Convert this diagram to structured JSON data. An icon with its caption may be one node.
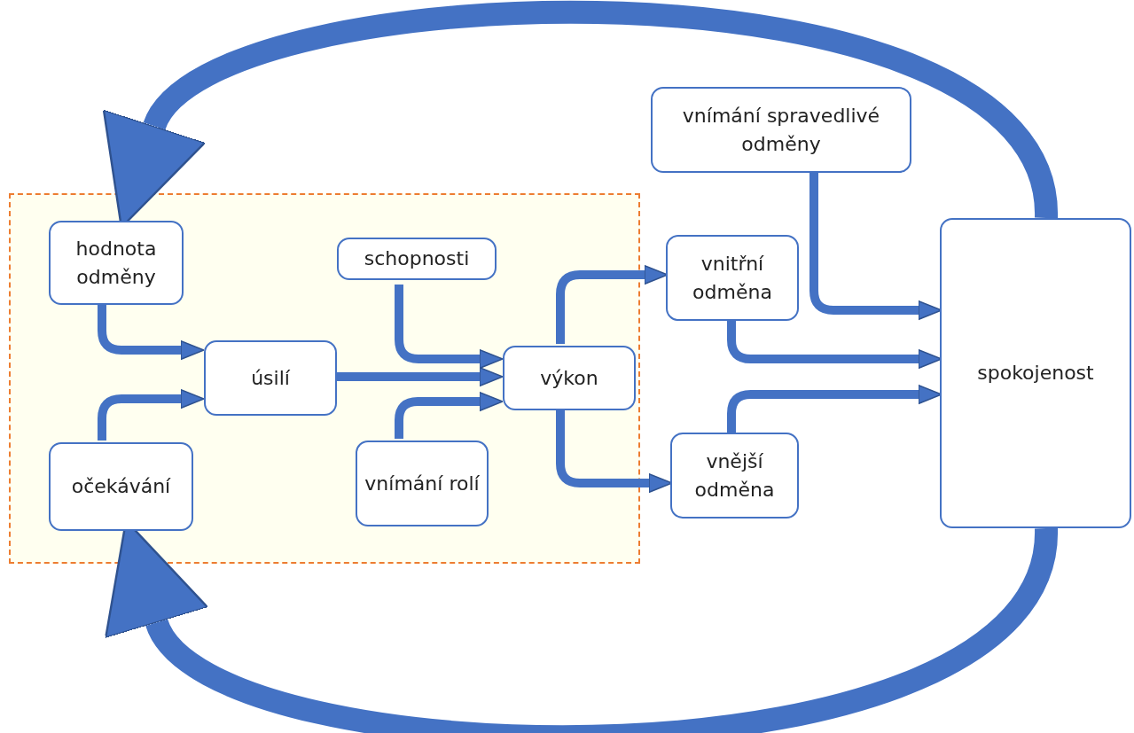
{
  "diagram": {
    "nodes": [
      {
        "text": [],
        "shape": "box"
      },
      {
        "text": [
          "hodnota odměny"
        ],
        "in": 0
      },
      {
        "text": [
          "úsilí"
        ],
        "in": 0
      },
      {
        "text": [
          "očekávání"
        ],
        "in": 0
      },
      {
        "text": [
          "schopnosti"
        ],
        "in": 0
      },
      {
        "text": [
          "výkon"
        ],
        "in": 0
      },
      {
        "text": [
          "vnímání rolí"
        ],
        "in": 0
      },
      {
        "text": [
          "vnímání spravedlivé odměny"
        ]
      },
      {
        "text": [
          "vnitřní odměna"
        ]
      },
      {
        "text": [
          "vnější odměna"
        ]
      },
      {
        "text": [
          "spokojenost"
        ]
      }
    ],
    "edges": [
      {
        "from": 1,
        "to": 2,
        "arrow": "to"
      },
      {
        "from": 3,
        "to": 2,
        "arrow": "to"
      },
      {
        "from": 2,
        "to": 5,
        "arrow": "to"
      },
      {
        "from": 4,
        "to": 5,
        "arrow": "to"
      },
      {
        "from": 6,
        "to": 5,
        "arrow": "to"
      },
      {
        "from": 5,
        "to": 8,
        "arrow": "to"
      },
      {
        "from": 5,
        "to": 9,
        "arrow": "to"
      },
      {
        "from": 7,
        "to": 10,
        "arrow": "to"
      },
      {
        "from": 8,
        "to": 10,
        "arrow": "to"
      },
      {
        "from": 9,
        "to": 10,
        "arrow": "to"
      },
      {
        "from": 10,
        "to": 1,
        "arrow": "to",
        "style": "thick"
      },
      {
        "from": 10,
        "to": 3,
        "arrow": "to",
        "style": "thick"
      }
    ]
  }
}
